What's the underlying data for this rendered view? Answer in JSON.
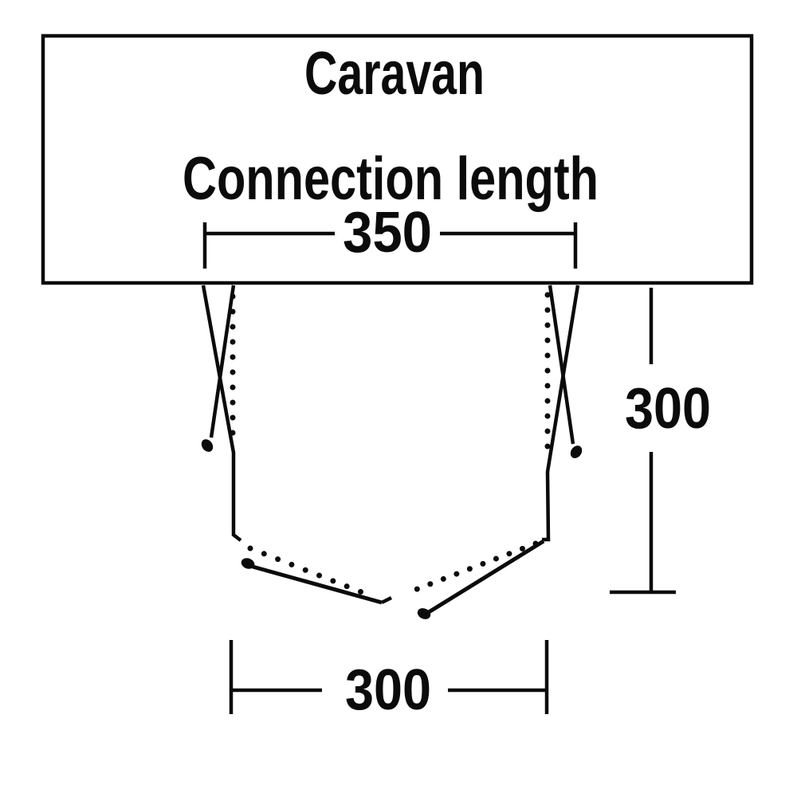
{
  "page": {
    "background_color": "#ffffff",
    "line_color": "#0b0b0b"
  },
  "diagram": {
    "type": "awning-footprint-plan",
    "caravan_label": "Caravan",
    "connection_label": "Connection length",
    "dims": {
      "connection": {
        "value": "350",
        "orientation": "horizontal",
        "location": "inside caravan box, above caravan bottom edge"
      },
      "depth": {
        "value": "300",
        "orientation": "vertical",
        "location": "right side, from caravan to awning front"
      },
      "front": {
        "value": "300",
        "orientation": "horizontal",
        "location": "below awning front"
      }
    },
    "legend_hints": {
      "solid_lines": "caravan box, awning side walls and guy lines with pegs",
      "dotted_lines": "awning fabric outline",
      "peg_count": 4
    }
  }
}
